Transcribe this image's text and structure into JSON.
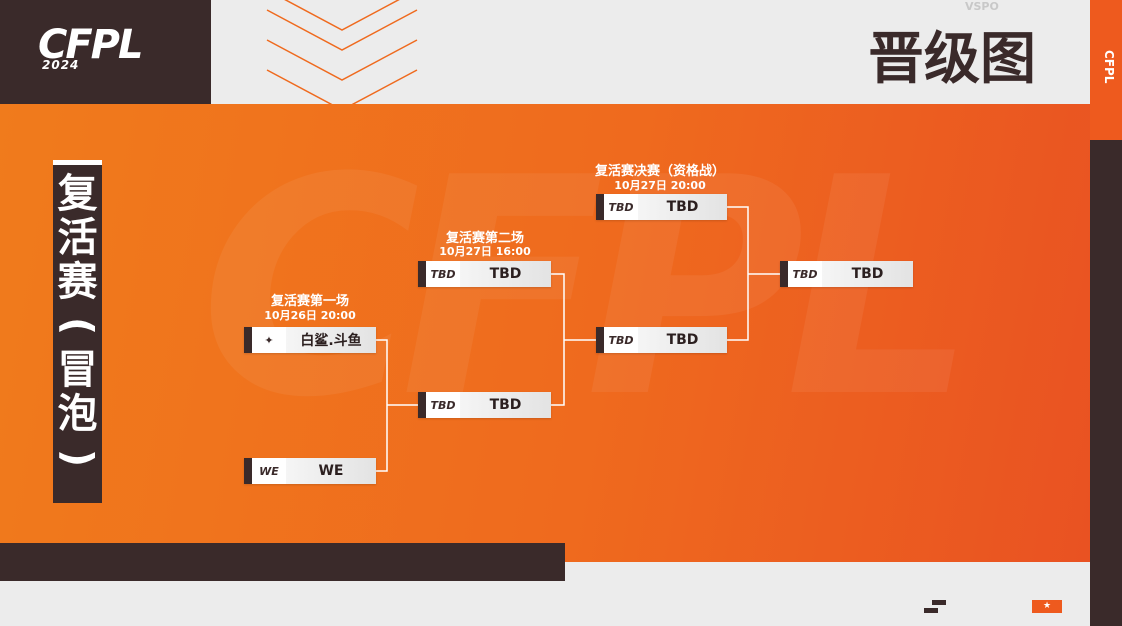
{
  "header": {
    "logo": "CFPL",
    "logo_year": "2024",
    "title": "晋级图",
    "sponsor": "VSPO"
  },
  "stage_title": [
    "复",
    "活",
    "赛",
    "(",
    "冒",
    "泡",
    ")"
  ],
  "rounds": [
    {
      "label": "复活赛第一场",
      "time": "10月26日 20:00"
    },
    {
      "label": "复活赛第二场",
      "time": "10月27日 16:00"
    },
    {
      "label": "复活赛决赛（资格战）",
      "time": "10月27日 20:00"
    }
  ],
  "matches": {
    "r1_top": {
      "logo": "✦",
      "team": "白鲨.斗鱼"
    },
    "r1_bottom": {
      "logo": "WE",
      "team": "WE"
    },
    "r2_top": {
      "logo": "TBD",
      "team": "TBD"
    },
    "r2_bottom": {
      "logo": "TBD",
      "team": "TBD"
    },
    "r3_top": {
      "logo": "TBD",
      "team": "TBD"
    },
    "r3_bottom": {
      "logo": "TBD",
      "team": "TBD"
    },
    "final": {
      "logo": "TBD",
      "team": "TBD"
    }
  },
  "colors": {
    "orange": "#ef6a1e",
    "dark": "#3a2a2a",
    "light": "#ececec"
  }
}
